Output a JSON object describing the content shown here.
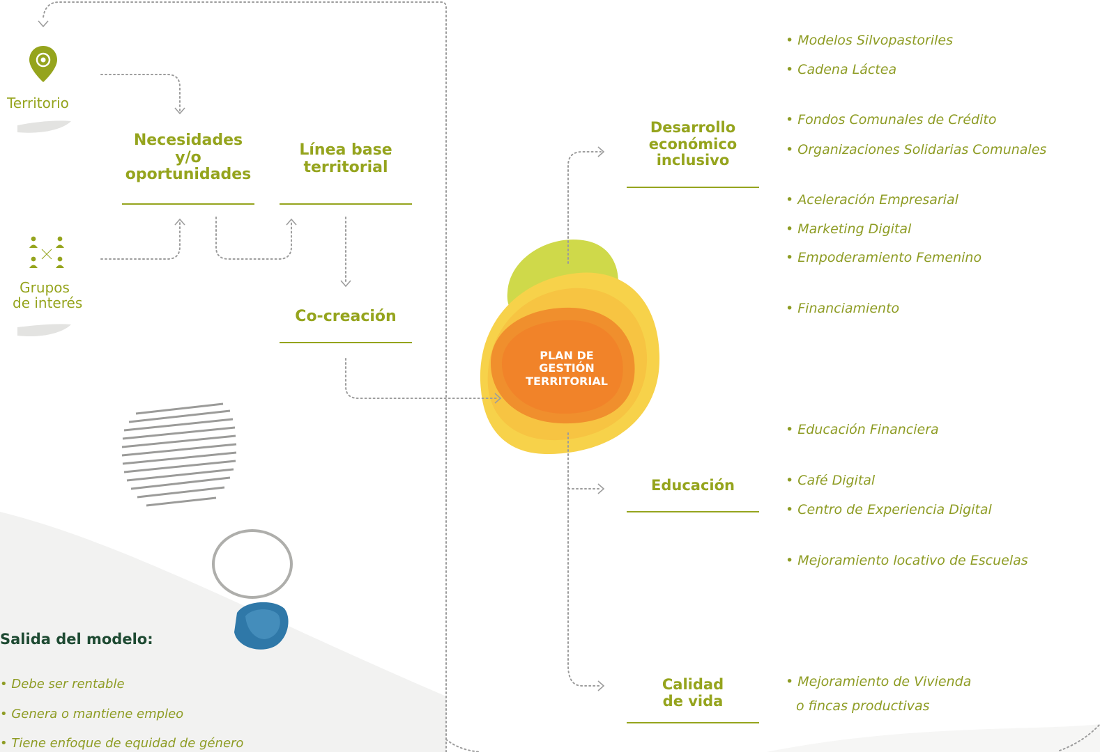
{
  "left": {
    "territorio_label": "Territorio",
    "grupos_label_1": "Grupos",
    "grupos_label_2": "de interés"
  },
  "flow": {
    "necesidades_1": "Necesidades",
    "necesidades_2": "y/o",
    "necesidades_3": "oportunidades",
    "linea_1": "Línea base",
    "linea_2": "territorial",
    "cocreacion": "Co-creación"
  },
  "center": {
    "line1": "PLAN DE",
    "line2": "GESTIÓN",
    "line3": "TERRITORIAL"
  },
  "categories": {
    "desarrollo_1": "Desarrollo",
    "desarrollo_2": "económico",
    "desarrollo_3": "inclusivo",
    "educacion": "Educación",
    "calidad_1": "Calidad",
    "calidad_2": "de vida"
  },
  "bullets": {
    "silvopastoriles": "• Modelos Silvopastoriles",
    "lactea": "• Cadena Láctea",
    "fondos": "• Fondos Comunales de Crédito",
    "organizaciones": "• Organizaciones Solidarias Comunales",
    "aceleracion": "• Aceleración Empresarial",
    "marketing": "• Marketing Digital",
    "empoderamiento": "• Empoderamiento Femenino",
    "financiamiento": "• Financiamiento",
    "educacion_financiera": "• Educación Financiera",
    "cafe": "• Café Digital",
    "centro": "• Centro de Experiencia Digital",
    "mejoramiento_escuelas": "• Mejoramiento locativo de Escuelas",
    "vivienda_1": "• Mejoramiento de Vivienda",
    "vivienda_2": "o fincas productivas"
  },
  "salida": {
    "title": "Salida del modelo:",
    "item1": "• Debe ser rentable",
    "item2": "• Genera o mantiene empleo",
    "item3": "• Tiene enfoque de equidad de género"
  },
  "colors": {
    "accent": "#95a41d",
    "dark_green": "#1e4a32",
    "center_text": "#ffffff"
  }
}
